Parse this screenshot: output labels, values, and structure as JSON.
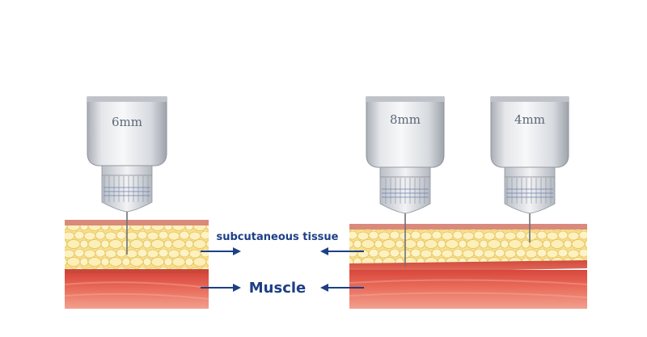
{
  "needles": [
    {
      "id": "6mm",
      "label": "6mm"
    },
    {
      "id": "8mm",
      "label": "8mm"
    },
    {
      "id": "4mm",
      "label": "4mm"
    }
  ],
  "layers": {
    "subcutaneous_label": "subcutaneous tissue",
    "muscle_label": "Muscle"
  },
  "colors": {
    "fat_fill": "#fbe9a2",
    "fat_cell_stroke": "#e2c66a",
    "muscle_fill": "#e1584b",
    "muscle_dark": "#c63c33",
    "skin": "#d6776a",
    "arrow": "#1d3f86",
    "label_text": "#1d3f86",
    "pen_cap": "#dcdfe3"
  }
}
